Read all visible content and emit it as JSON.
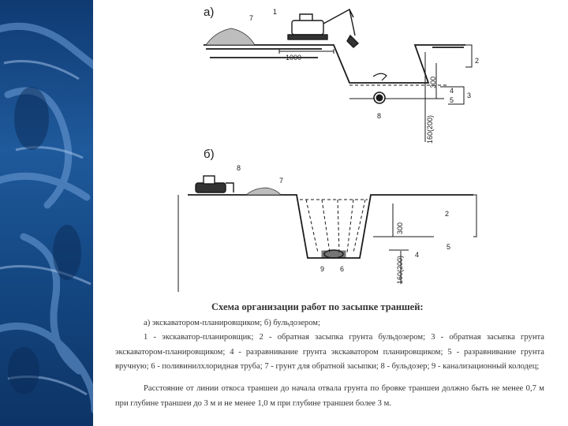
{
  "diagram": {
    "panel_a_label": "а)",
    "panel_b_label": "б)",
    "a": {
      "callouts": [
        "7",
        "1",
        "2",
        "4",
        "5",
        "3",
        "8"
      ],
      "dims": [
        "1000",
        "300",
        "160(200)"
      ]
    },
    "b": {
      "callouts": [
        "8",
        "7",
        "2",
        "5",
        "4",
        "9",
        "6"
      ],
      "dims": [
        "300",
        "160(200)"
      ]
    }
  },
  "caption": {
    "title": "Схема организации работ по засыпке траншей:",
    "variants": "а) экскаватором-планировщиком; б) бульдозером;",
    "legend": "1 - экскаватор-планировщик; 2 - обратная засыпка грунта бульдозером; 3 - обратная засыпка грунта экскаватором-планировщиком; 4 - разравнивание грунта экскаватором планировщиком; 5 - разравнивание грунта вручную; 6 - поливинилхлоридная труба; 7 - грунт для обратной засыпки; 8 - бульдозер; 9 - канализационный колодец;",
    "note": "Расстояние от линии откоса траншеи до начала отвала грунта по бровке траншеи должно быть не менее 0,7 м при глубине траншеи до 3 м и не менее 1,0 м при глубине траншеи более 3 м."
  }
}
